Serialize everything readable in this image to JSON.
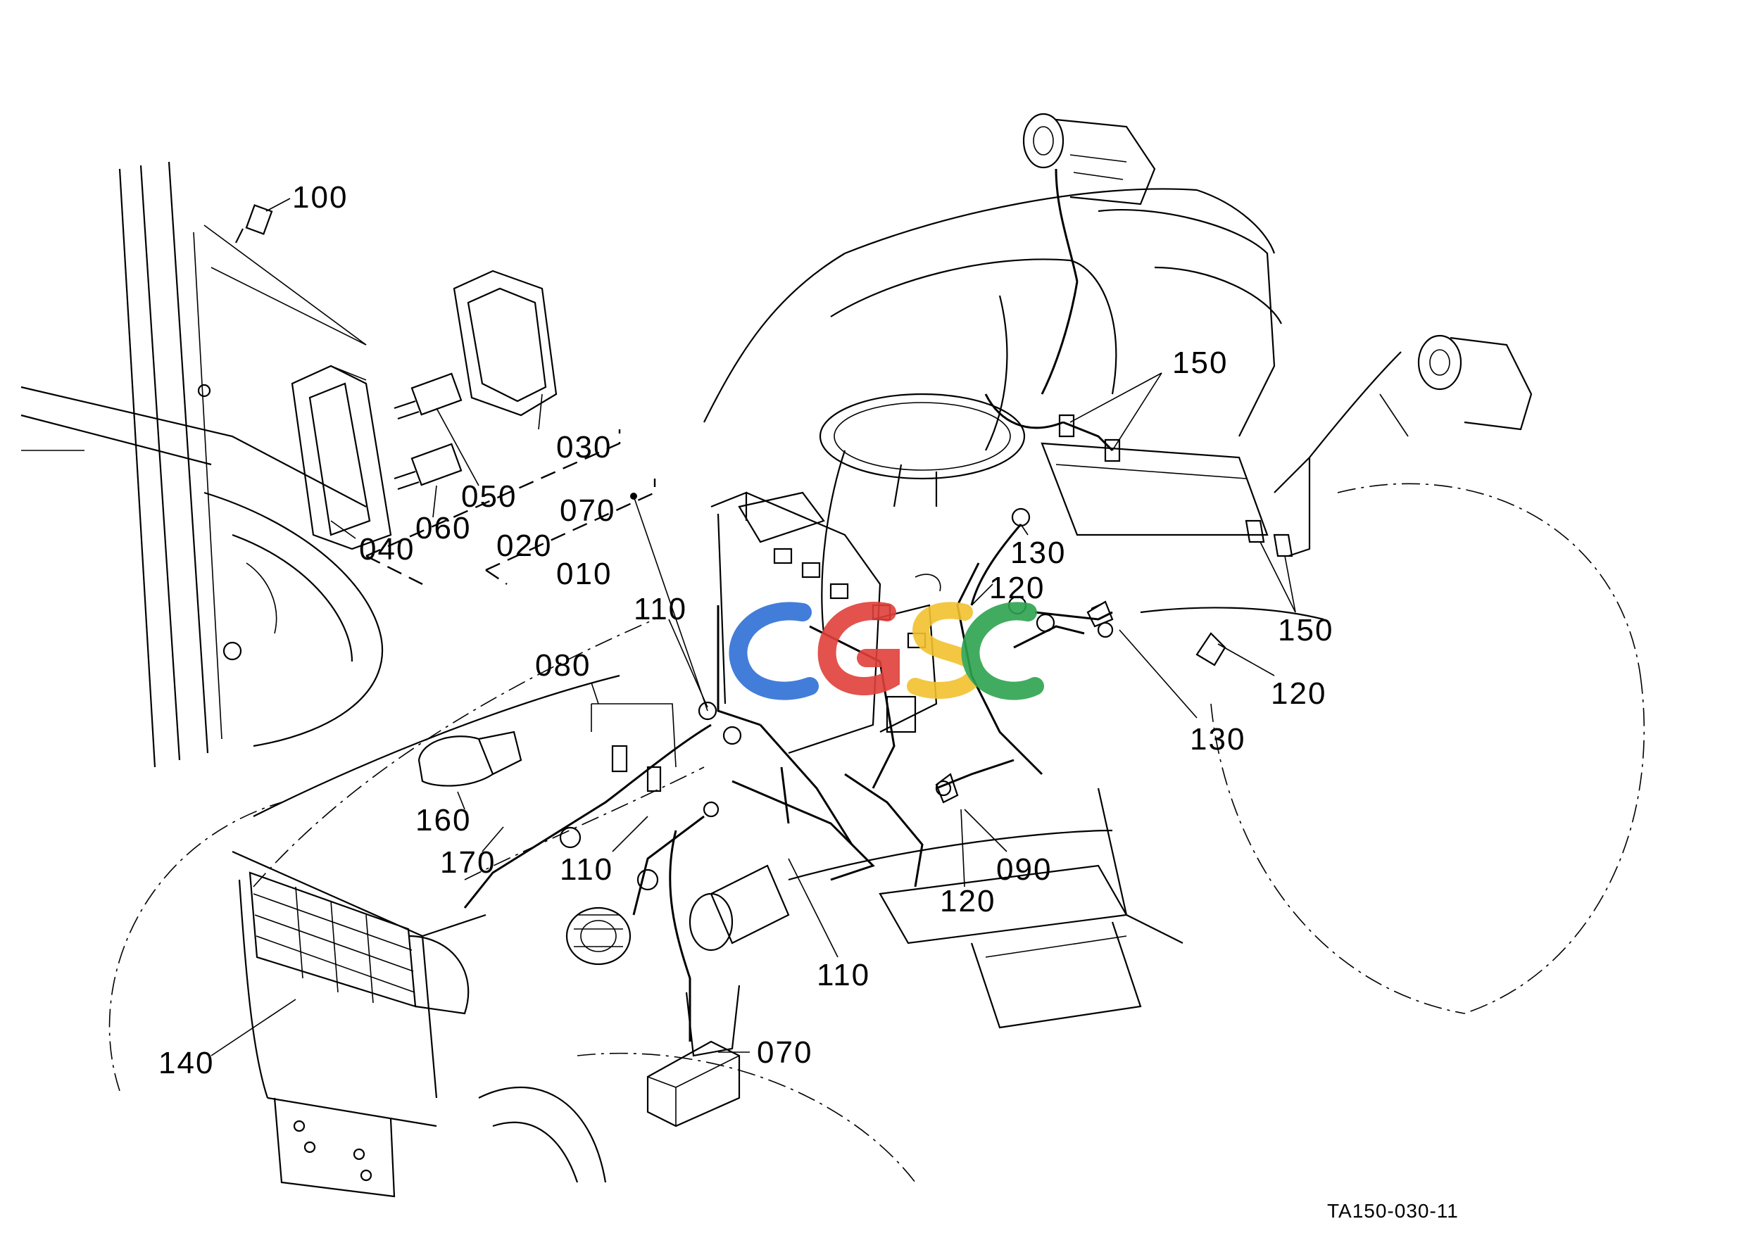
{
  "diagram": {
    "drawing_code": "TA150-030-11",
    "watermark_text": "CGSC",
    "watermark_colors": [
      "#2f6fd6",
      "#e0403a",
      "#f2c12e",
      "#2da44e"
    ],
    "callouts": {
      "c100": "100",
      "c030": "030",
      "c050": "050",
      "c040": "040",
      "c060": "060",
      "c070a": "070",
      "c020": "020",
      "c010": "010",
      "c150a": "150",
      "c130a": "130",
      "c120a": "120",
      "c150b": "150",
      "c110a": "110",
      "c080": "080",
      "c120b": "120",
      "c130b": "130",
      "c160": "160",
      "c170": "170",
      "c110b": "110",
      "c090": "090",
      "c120c": "120",
      "c110c": "110",
      "c140": "140",
      "c070b": "070"
    }
  }
}
